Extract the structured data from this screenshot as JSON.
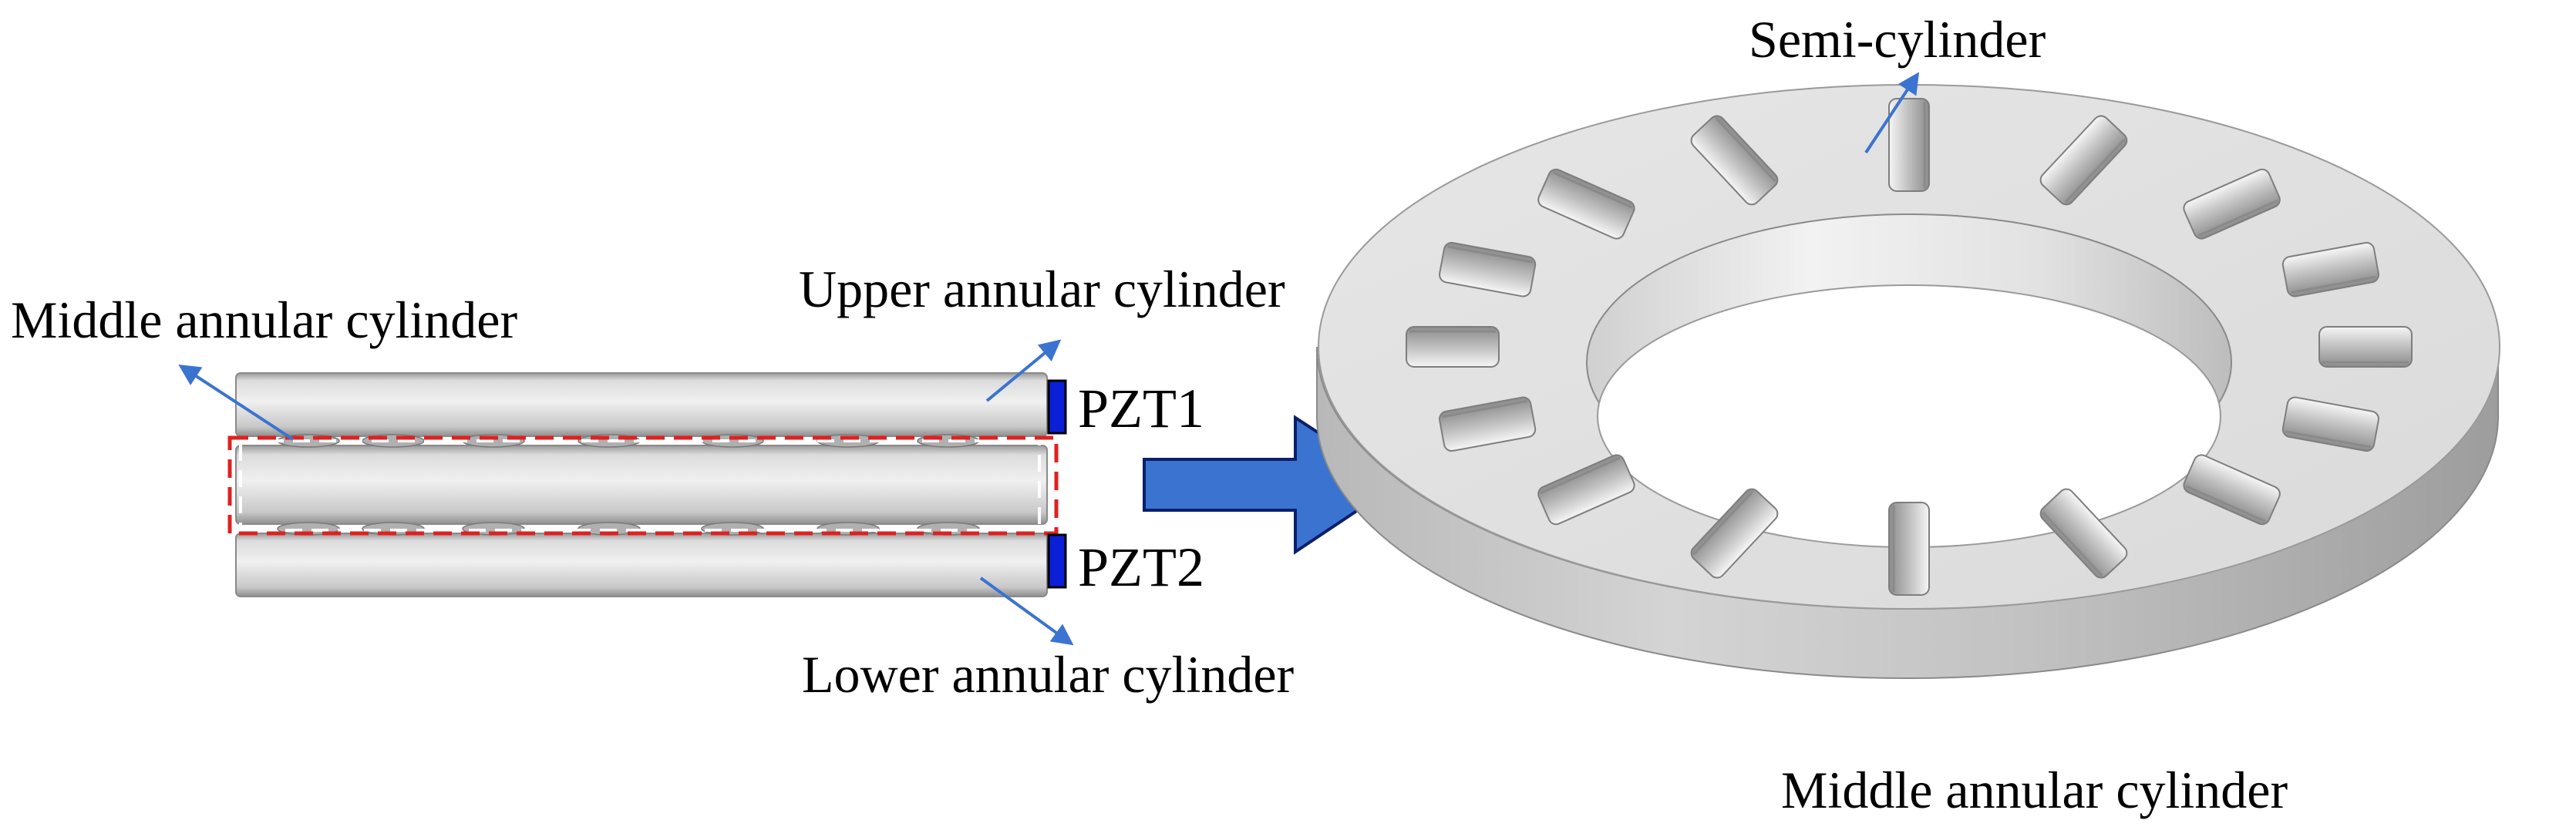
{
  "labels": {
    "middle_left": "Middle annular cylinder",
    "upper": "Upper annular cylinder",
    "pzt1": "PZT1",
    "pzt2": "PZT2",
    "lower": "Lower annular cylinder",
    "semi": "Semi-cylinder",
    "middle_right": "Middle annular cylinder"
  },
  "colors": {
    "arrow_blue": "#3a74d0",
    "pzt_blue": "#0a1fd6",
    "highlight_red": "#e02020",
    "metal_light": "#e4e4e4",
    "metal_dark": "#a9a9a9"
  },
  "slots": {
    "count": 16
  }
}
